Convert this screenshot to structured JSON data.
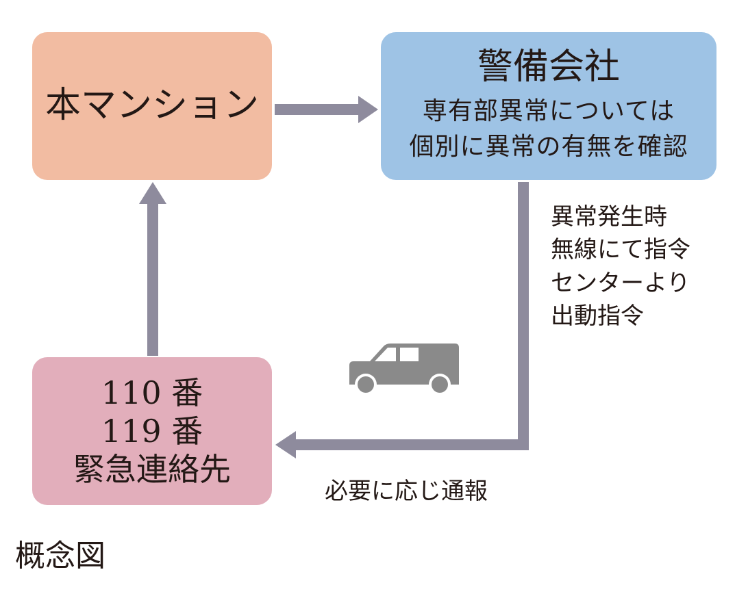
{
  "mansion": {
    "label": "本マンション"
  },
  "security": {
    "title": "警備会社",
    "lines": [
      "専有部異常については",
      "個別に異常の有無を確認"
    ]
  },
  "emergency": {
    "lines": [
      "110 番",
      "119 番",
      "緊急連絡先"
    ]
  },
  "dispatch_note": {
    "lines": [
      "異常発生時",
      "無線にて指令",
      "センターより",
      "出動指令"
    ]
  },
  "notify_label": "必要に応じ通報",
  "caption": "概念図",
  "colors": {
    "mansion_box": "#f2bca2",
    "security_box": "#9ec3e5",
    "emergency_box": "#e2aebb",
    "arrow": "#8e8b9d",
    "car": "#8a8a8a"
  }
}
